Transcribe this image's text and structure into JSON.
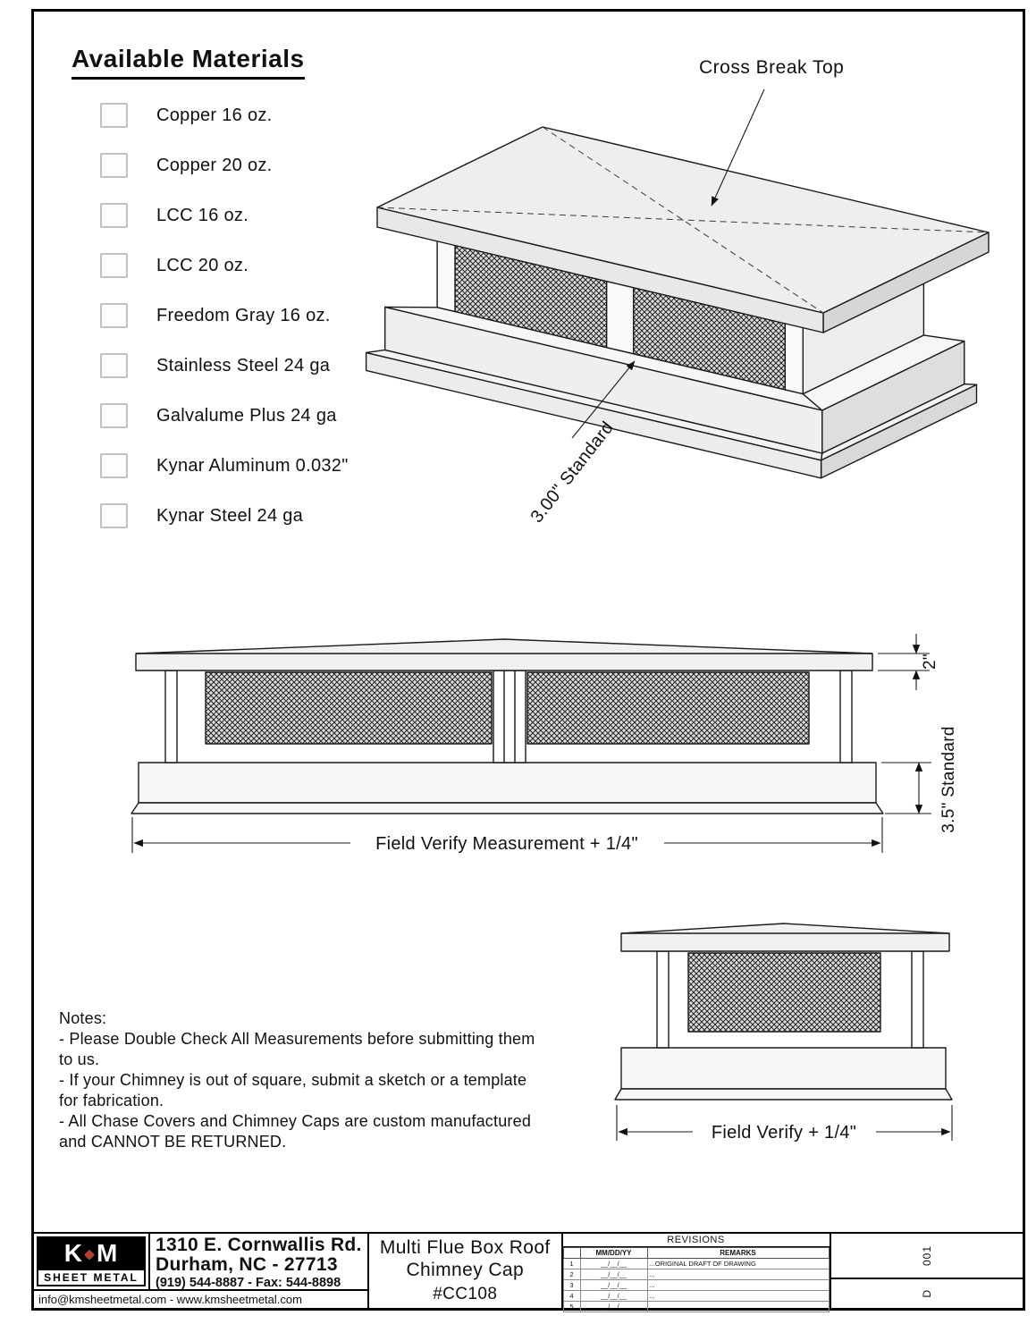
{
  "materials_section": {
    "heading": "Available Materials",
    "items": [
      {
        "label": "Copper 16 oz."
      },
      {
        "label": "Copper 20 oz."
      },
      {
        "label": "LCC 16 oz."
      },
      {
        "label": "LCC 20 oz."
      },
      {
        "label": "Freedom Gray 16 oz."
      },
      {
        "label": "Stainless Steel 24 ga"
      },
      {
        "label": "Galvalume Plus 24 ga"
      },
      {
        "label": "Kynar Aluminum 0.032\""
      },
      {
        "label": "Kynar Steel 24 ga"
      }
    ]
  },
  "iso": {
    "cross_break": "Cross Break Top",
    "dim_gap": "3.00\" Standard"
  },
  "front": {
    "dim_thickness": "2\"",
    "dim_base": "3.5\" Standard",
    "dim_width": "Field Verify Measurement + 1/4\""
  },
  "side": {
    "dim_width": "Field Verify + 1/4\""
  },
  "notes": {
    "heading": "Notes:",
    "items": [
      "- Please Double Check All Measurements before submitting them to us.",
      "- If your Chimney is out of square, submit a sketch or a template for fabrication.",
      "- All Chase Covers and Chimney Caps are custom manufactured and CANNOT BE RETURNED."
    ]
  },
  "title_block": {
    "logo": {
      "k": "K",
      "diamond": "◆",
      "m": "M",
      "subtitle": "SHEET METAL"
    },
    "address_line1": "1310 E. Cornwallis Rd.",
    "address_line2": "Durham, NC - 27713",
    "phone": "(919) 544-8887 - Fax: 544-8898",
    "email_web": "info@kmsheetmetal.com - www.kmsheetmetal.com",
    "product_line1": "Multi Flue Box Roof",
    "product_line2": "Chimney Cap",
    "product_code": "#CC108",
    "revisions": {
      "title": "REVISIONS",
      "col_date": "MM/DD/YY",
      "col_remarks": "REMARKS",
      "rows": [
        {
          "n": "1",
          "date": "__/__/__",
          "remarks": "...ORIGINAL DRAFT OF DRAWING"
        },
        {
          "n": "2",
          "date": "__/__/__",
          "remarks": "..."
        },
        {
          "n": "3",
          "date": "__/__/__",
          "remarks": "..."
        },
        {
          "n": "4",
          "date": "__/__/__",
          "remarks": "..."
        },
        {
          "n": "5",
          "date": "__/__/__",
          "remarks": "..."
        }
      ]
    },
    "sheet_number": "001",
    "revision_letter": "D"
  }
}
